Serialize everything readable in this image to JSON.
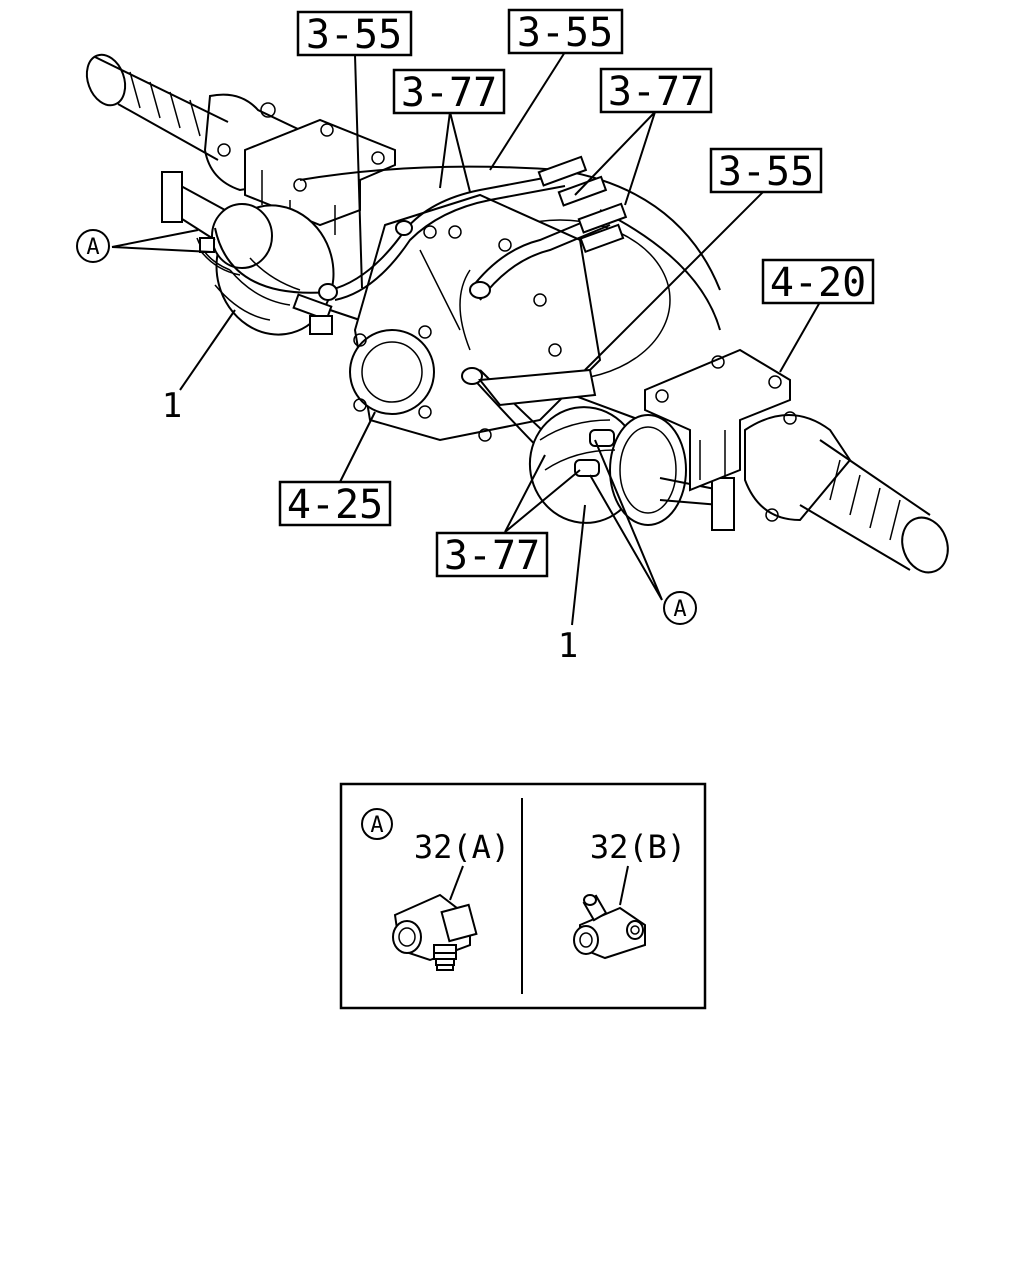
{
  "diagram": {
    "reference_labels": {
      "ref_3_55_a": "3-55",
      "ref_3_55_b": "3-55",
      "ref_3_77_a": "3-77",
      "ref_3_77_b": "3-77",
      "ref_3_55_c": "3-55",
      "ref_4_20": "4-20",
      "ref_4_25": "4-25",
      "ref_3_77_c": "3-77"
    },
    "item_labels": {
      "item_1_left": "1",
      "item_1_bottom": "1"
    },
    "callouts": {
      "callout_a_left": "A",
      "callout_a_bottom": "A"
    }
  },
  "detail": {
    "callout": "A",
    "left_part_label": "32(A)",
    "right_part_label": "32(B)"
  }
}
